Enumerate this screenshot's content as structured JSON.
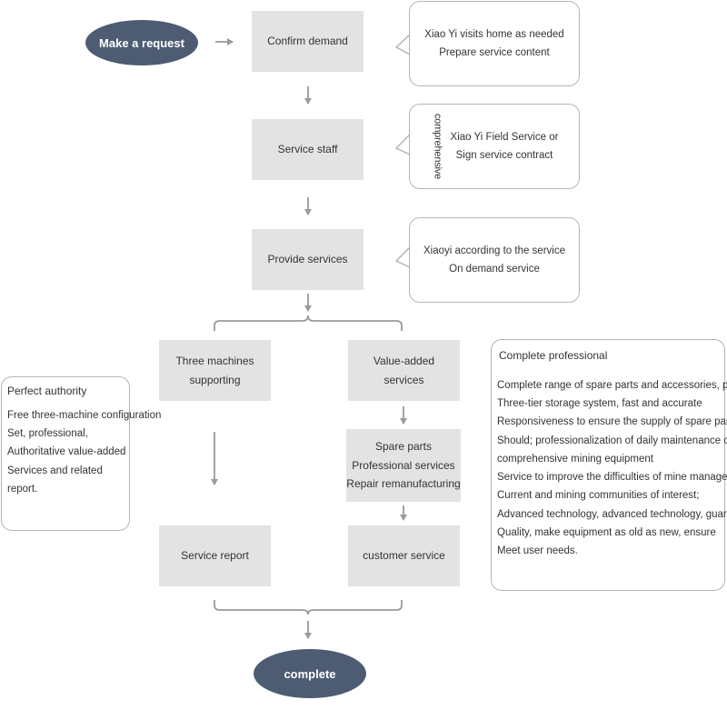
{
  "start": "Make a request",
  "end": "complete",
  "steps": {
    "confirm": "Confirm demand",
    "staff": "Service staff",
    "provide": "Provide services",
    "three": [
      "Three machines",
      "supporting"
    ],
    "value": [
      "Value-added",
      "services"
    ],
    "spare": [
      "Spare parts",
      "Professional services",
      "Repair remanufacturing"
    ],
    "report": "Service report",
    "customer": "customer service"
  },
  "callouts": {
    "c1": [
      "Xiao Yi visits home as needed",
      "Prepare service content"
    ],
    "c2_vertical": "comprehensive",
    "c2": [
      "Xiao Yi Field Service or",
      "Sign service contract"
    ],
    "c3": [
      "Xiaoyi according to the service",
      "On demand service"
    ]
  },
  "left_note": {
    "title": "Perfect authority",
    "lines": [
      "Free three-machine configuration",
      "Set, professional,",
      "Authoritative value-added",
      "Services and related",
      "report."
    ]
  },
  "right_note": {
    "title": "Complete professional",
    "lines": [
      "Complete range of spare parts and accessories, perfect",
      "Three-tier storage system, fast and accurate",
      "Responsiveness to ensure the supply of spare parts",
      "Should; professionalization of daily maintenance of",
      "comprehensive mining equipment",
      "Service to improve the difficulties of mine management",
      "Current and mining communities of interest;",
      "Advanced technology, advanced technology, guarantee",
      "Quality, make equipment as old as new, ensure",
      "Meet user needs."
    ]
  },
  "colors": {
    "box": "#e3e3e3",
    "oval": "#4d5c73",
    "arrow": "#9a9a9a",
    "border": "#b5b5b5"
  }
}
